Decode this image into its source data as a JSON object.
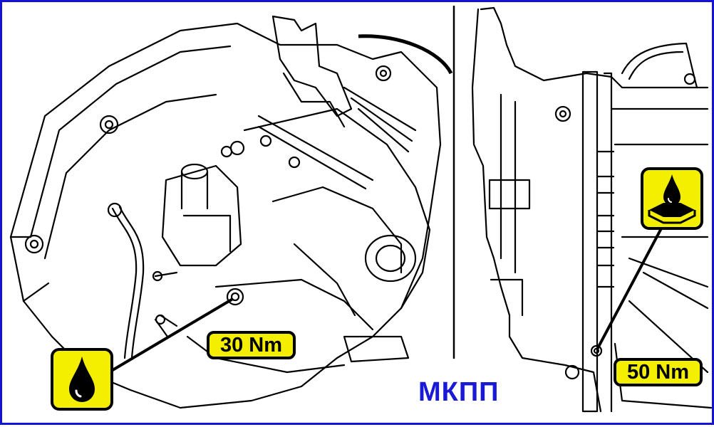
{
  "diagram": {
    "caption": "МКПП",
    "left_view": {
      "torque_label": "30 Nm",
      "icon": "oil-drop-icon"
    },
    "right_view": {
      "torque_label": "50 Nm",
      "icon": "oil-pan-icon"
    }
  },
  "colors": {
    "frame": "#1313d8",
    "badge_fill": "#f4ee00",
    "caption": "#1a1ad6"
  }
}
